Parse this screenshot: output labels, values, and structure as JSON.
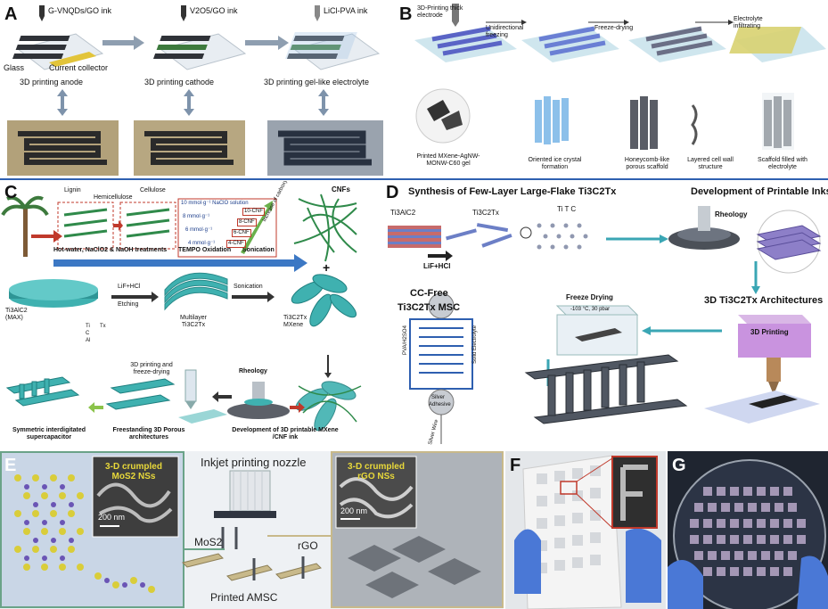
{
  "panels": {
    "a": {
      "tag": "A",
      "inks": [
        "G-VNQDs/GO ink",
        "V2O5/GO ink",
        "LiCl-PVA ink"
      ],
      "labels": {
        "glass": "Glass",
        "collector": "Current collector"
      },
      "steps": [
        "3D printing anode",
        "3D printing cathode",
        "3D printing gel-like electrolyte"
      ]
    },
    "b": {
      "tag": "B",
      "top_labels": [
        "3D-Printing thick electrode",
        "Unidirectional freezing",
        "Freeze-drying",
        "Electrolyte infiltrating"
      ],
      "bottom_labels": [
        "Printed MXene-AgNW-MONW-C60 gel",
        "Oriented ice crystal formation",
        "Honeycomb-like porous scaffold",
        "Layered cell wall structure",
        "Scaffold filled with electrolyte"
      ]
    },
    "c": {
      "tag": "C",
      "biomass": [
        "Lignin",
        "Hemicellulose",
        "Cellulose"
      ],
      "treat": [
        "Hot-water, NaClO2 & NaOH treatments",
        "TEMPO Oxidation",
        "Sonication"
      ],
      "conc": [
        "10 mmol·g⁻¹ NaClO solution",
        "8 mmol·g⁻¹",
        "6 mmol·g⁻¹",
        "4 mmol·g⁻¹"
      ],
      "conc_tags": [
        "10-CNF",
        "8-CNF",
        "6-CNF",
        "4-CNF"
      ],
      "increase": "Increase of carboxylic content",
      "cnfs": "CNFs",
      "max": "Ti3AlC2 (MAX)",
      "etch": [
        "LiF+HCl",
        "Etching"
      ],
      "multilayer": "Multilayer Ti3C2Tx",
      "sonication": "Sonication",
      "mxene": "Ti3C2Tx MXene",
      "legend": [
        "Ti",
        "C",
        "Al",
        "Tx"
      ],
      "rheology": "Rheology",
      "print": "3D printing and freeze-drying",
      "ink": "Development of 3D printable MXene /CNF ink",
      "porous": "Freestanding 3D Porous architectures",
      "sym": "Symmetric interdigitated supercapacitor"
    },
    "d": {
      "tag": "D",
      "title": "Synthesis of Few-Layer Large-Flake Ti3C2Tx",
      "inks": "Development of Printable Inks",
      "ti3alc2": "Ti3AlC2",
      "ti3c2tx": "Ti3C2Tx",
      "atoms": "Ti T C",
      "lif": "LiF+HCl",
      "rheology": "Rheology",
      "arch": "3D Ti3C2Tx Architectures",
      "print": "3D Printing",
      "freeze": "Freeze Drying",
      "freeze_cond": "-103 °C, 30 pbar",
      "ccfree": [
        "CC-Free",
        "Ti3C2Tx MSC"
      ],
      "pva": "PVA/H2SO4",
      "solid": "Solid Electrolyte",
      "silver": [
        "Silver",
        "Adhesive"
      ],
      "wire": "Silver Wire"
    },
    "e": {
      "tag": "E",
      "nozzle": "Inkjet printing nozzle",
      "mos2_inset": "3-D crumpled MoS2 NSs",
      "rgo_inset": "3-D crumpled rGO NSs",
      "scale": "200 nm",
      "mos2": "MoS2",
      "rgo": "rGO",
      "printed": "Printed AMSC"
    },
    "f": {
      "tag": "F"
    },
    "g": {
      "tag": "G"
    }
  },
  "colors": {
    "green_frame": "#6aa388",
    "gold_frame": "#c8b98a",
    "divider": "#2e5fb0",
    "arrow_teal": "#3aa6b4",
    "arrow_blue": "#3c78c4",
    "gel_blue": "#6e74c8",
    "mxene_teal": "#3fb1b0",
    "cnf_green": "#2f8a4a",
    "gold_yellow": "#d7d060"
  }
}
